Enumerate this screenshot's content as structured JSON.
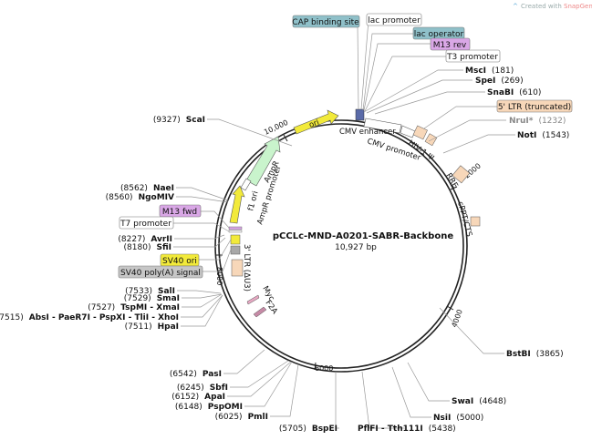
{
  "brand": {
    "prefix": "Created with ",
    "name": "SnapGene®"
  },
  "plasmid": {
    "name": "pCCLc-MND-A0201-SABR-Backbone",
    "size": "10,927 bp",
    "length": 10927
  },
  "ticks": [
    {
      "label": "2000",
      "pos": 2000
    },
    {
      "label": "4000",
      "pos": 4000
    },
    {
      "label": "6000",
      "pos": 6000
    },
    {
      "label": "8000",
      "pos": 8000
    },
    {
      "label": "10,000",
      "pos": 10000
    }
  ],
  "sites_right": [
    {
      "name": "MscI",
      "num": "(181)"
    },
    {
      "name": "SpeI",
      "num": "(269)"
    },
    {
      "name": "SnaBI",
      "num": "(610)"
    },
    {
      "name": "NruI*",
      "num": "(1232)"
    },
    {
      "name": "NotI",
      "num": "(1543)"
    },
    {
      "name": "BstBI",
      "num": "(3865)"
    },
    {
      "name": "SwaI",
      "num": "(4648)"
    },
    {
      "name": "NsiI",
      "num": "(5000)"
    },
    {
      "name": "PflFI - Tth111I",
      "num": "(5438)"
    }
  ],
  "sites_left": [
    {
      "name": "ScaI",
      "num": "(9327)"
    },
    {
      "name": "NaeI",
      "num": "(8562)"
    },
    {
      "name": "NgoMIV",
      "num": "(8560)"
    },
    {
      "name": "AvrII",
      "num": "(8227)"
    },
    {
      "name": "SfiI",
      "num": "(8180)"
    },
    {
      "name": "SalI",
      "num": "(7533)"
    },
    {
      "name": "SmaI",
      "num": "(7529)"
    },
    {
      "name": "TspMI - XmaI",
      "num": "(7527)"
    },
    {
      "name": "AbsI - PaeR7I - PspXI - TliI - XhoI",
      "num": "(7515)"
    },
    {
      "name": "HpaI",
      "num": "(7511)"
    },
    {
      "name": "PasI",
      "num": "(6542)"
    },
    {
      "name": "SbfI",
      "num": "(6245)"
    },
    {
      "name": "ApaI",
      "num": "(6152)"
    },
    {
      "name": "PspOMI",
      "num": "(6148)"
    },
    {
      "name": "PmlI",
      "num": "(6025)"
    },
    {
      "name": "BspEI",
      "num": "(5705)"
    }
  ],
  "boxed_top": [
    {
      "label": "CAP binding site",
      "color": "#8fc0c9"
    },
    {
      "label": "lac promoter",
      "color": "#ffffff"
    },
    {
      "label": "lac operator",
      "color": "#8fc0c9"
    },
    {
      "label": "M13 rev",
      "color": "#d9a7e6"
    },
    {
      "label": "T3 promoter",
      "color": "#ffffff"
    },
    {
      "label": "5' LTR (truncated)",
      "color": "#f7d7b9"
    }
  ],
  "boxed_left": [
    {
      "label": "M13 fwd",
      "color": "#d9a7e6"
    },
    {
      "label": "T7 promoter",
      "color": "#ffffff"
    },
    {
      "label": "SV40 ori",
      "color": "#f2ea3a"
    },
    {
      "label": "SV40 poly(A) signal",
      "color": "#c6c6c6"
    }
  ],
  "features": {
    "ori": "ori",
    "ampr": "AmpR",
    "ampr_promoter": "AmpR promoter",
    "f1_ori": "f1 ori",
    "cmv_enhancer": "CMV enhancer",
    "cmv_promoter": "CMV promoter",
    "hiv1_psi": "HIV-1 Ψ",
    "rre": "RRE",
    "cppt": "cPPT/CTS",
    "ltr3": "3' LTR (ΔU3)",
    "myc": "Myc",
    "f2a": "F2A"
  }
}
